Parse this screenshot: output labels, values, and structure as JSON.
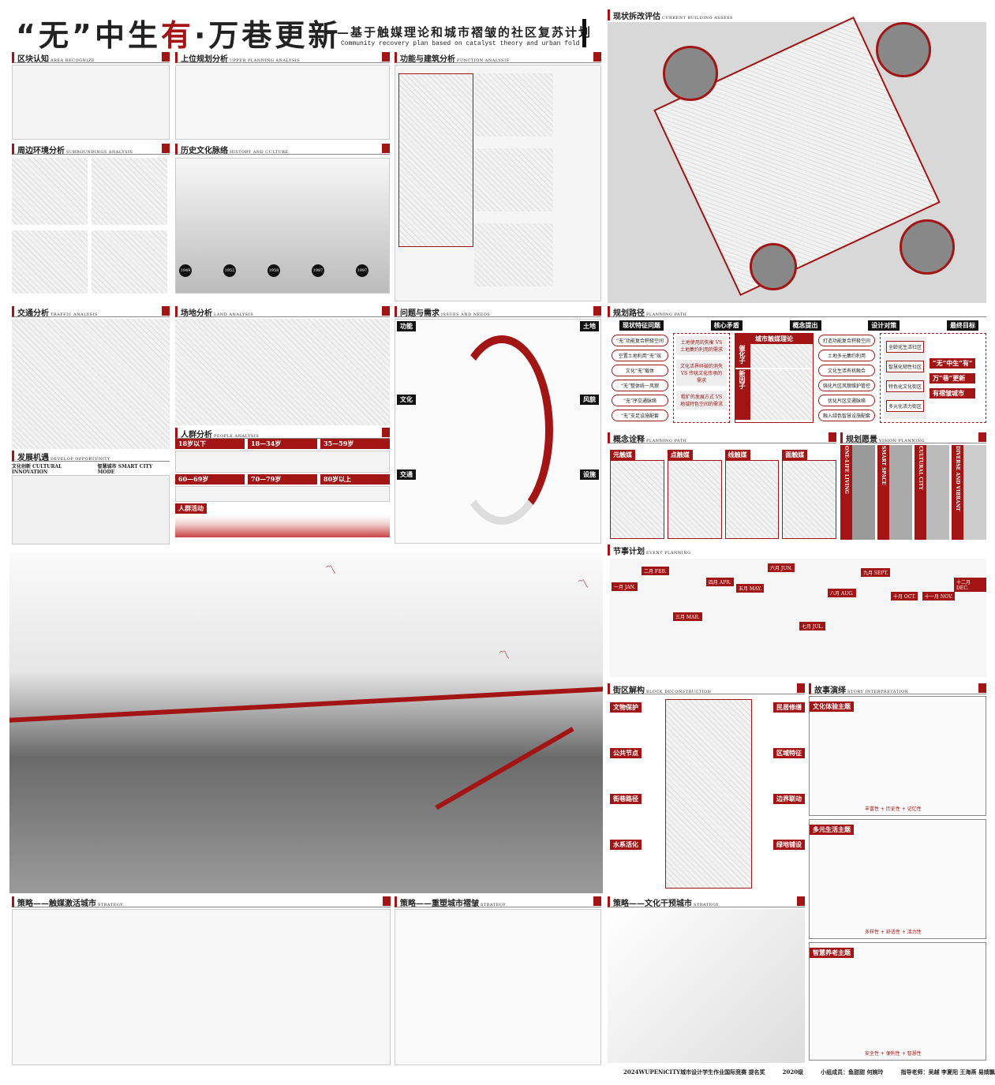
{
  "header": {
    "title_a": "“无”中生",
    "title_b": "有",
    "title_c": "·万巷更新",
    "subtitle": "——基于触媒理论和城市褶皱的社区复苏计划",
    "subtitle_en": "Community recovery plan based on catalyst theory and urban fold"
  },
  "sections": {
    "area": {
      "cn": "区块认知",
      "en": "AREA RECOGNIZE"
    },
    "upper": {
      "cn": "上位规划分析",
      "en": "UPPER PLANNING ANALYSIS"
    },
    "function": {
      "cn": "功能与建筑分析",
      "en": "FUNCTION ANALYSIS"
    },
    "surround": {
      "cn": "周边环境分析",
      "en": "SURROUNDINGS ANALYSIS"
    },
    "history": {
      "cn": "历史文化脉络",
      "en": "HISTORY AND CULTURE"
    },
    "traffic": {
      "cn": "交通分析",
      "en": "TRAFFIC ANALYSIS"
    },
    "land": {
      "cn": "场地分析",
      "en": "LAND ANALYSIS"
    },
    "issues": {
      "cn": "问题与需求",
      "en": "ISSUES AND NEEDS"
    },
    "develop": {
      "cn": "发展机遇",
      "en": "DEVELOP OPPORTUNITY"
    },
    "people": {
      "cn": "人群分析",
      "en": "PEOPLE ANALYSIS"
    },
    "current": {
      "cn": "现状拆改评估",
      "en": "CURRENT BUILDING ASSESS"
    },
    "path": {
      "cn": "规划路径",
      "en": "PLANNING PATH"
    },
    "concept": {
      "cn": "概念诠释",
      "en": "PLANNING PATH"
    },
    "vision": {
      "cn": "规划愿景",
      "en": "VISION PLANNING"
    },
    "event": {
      "cn": "节事计划",
      "en": "EVENT PLANNING"
    },
    "block": {
      "cn": "街区解构",
      "en": "BLOCK DECONSTRUCTION"
    },
    "story": {
      "cn": "故事演绎",
      "en": "STORY INTERPRETATION"
    },
    "strategy1": {
      "cn": "策略——触媒激活城市",
      "en": "STRATEGY."
    },
    "strategy2": {
      "cn": "策略——重塑城市褶皱",
      "en": "STRATEGY."
    },
    "strategy3": {
      "cn": "策略——文化干预城市",
      "en": "STRATEGY."
    }
  },
  "path": {
    "steps": [
      "现状特征问题",
      "核心矛盾",
      "概念提出",
      "设计对策",
      "最终目标"
    ],
    "problems": [
      "“无”功能复合积极空间",
      "空置土地利用“无”效",
      "文化“无”载体",
      "“无”整体统一风貌",
      "“无”序交通脉络",
      "“无”支足设施配套"
    ],
    "conflicts": [
      "土地使用的失衡 VS 土地集约利用的需求",
      "文化活界碎破的消失 VS 传统文化传承的需求",
      "粗犷的发展方式 VS 地域特色空间的需求"
    ],
    "concept_title": "城市触媒理论",
    "concept_labels": [
      "催化子",
      "新因子"
    ],
    "strategies": [
      "打造功能复合积极空间",
      "土地多元集约利用",
      "文化生活有机融合",
      "强化片区风貌维护管控",
      "优化片区交通脉络",
      "融入绿色智慧设施配套"
    ],
    "goals": [
      "全龄化生活社区",
      "智慧化韧性社区",
      "特色化文化街区",
      "多元化活力街区"
    ],
    "final": [
      "“无”中生“有”",
      "万“巷”更新",
      "有褶皱城市"
    ]
  },
  "concept": {
    "tags": [
      "元触媒",
      "点触媒",
      "线触媒",
      "面触媒"
    ]
  },
  "vision": {
    "tags": [
      "ONE-LIFE LIVING",
      "SMART SPACE",
      "CULTURAL CITY",
      "DIVERSE AND VIBRANT"
    ]
  },
  "event": {
    "months": [
      "一月 JAN.",
      "二月 FEB.",
      "三月 MAR.",
      "四月 APR.",
      "五月 MAY.",
      "六月 JUN.",
      "七月 JUL.",
      "八月 AUG.",
      "九月 SEPT.",
      "十月 OCT.",
      "十一月 NOV.",
      "十二月 DEC."
    ]
  },
  "block": {
    "tags": [
      "文物保护",
      "民居修缮",
      "公共节点",
      "区域特征",
      "街巷路径",
      "边界联动",
      "水系活化",
      "绿地铺设"
    ]
  },
  "story": {
    "themes": [
      "文化体验主题",
      "多元生活主题",
      "智慧养老主题"
    ],
    "slogans": [
      "丰富性 + 历史性 + 记忆性",
      "多样性 + 舒适性 + 活力性",
      "安全性 + 便利性 + 智慧性"
    ]
  },
  "history": {
    "years": [
      "1949",
      "1952",
      "1958",
      "1987",
      "1997"
    ]
  },
  "people": {
    "groups": [
      "18岁以下",
      "18—34岁",
      "35—59岁",
      "60—69岁",
      "70—79岁",
      "80岁以上"
    ],
    "activity": "人群活动"
  },
  "issues": {
    "tags": [
      "功能",
      "土地",
      "文化",
      "风貌",
      "交通",
      "设施"
    ]
  },
  "culture": {
    "a": "文化创新 CULTURAL INNOVATION",
    "b": "智慧城市 SMART CITY MODE"
  },
  "credits": {
    "award": "2024WUPENiCITY城市设计学生作业国际竞赛 提名奖",
    "grade": "2020级",
    "members": "小组成员：鱼甜甜 何婉玲",
    "advisors": "指导老师：吴越 李夏阳 王海燕 易婧飘"
  },
  "colors": {
    "accent": "#a31515"
  }
}
